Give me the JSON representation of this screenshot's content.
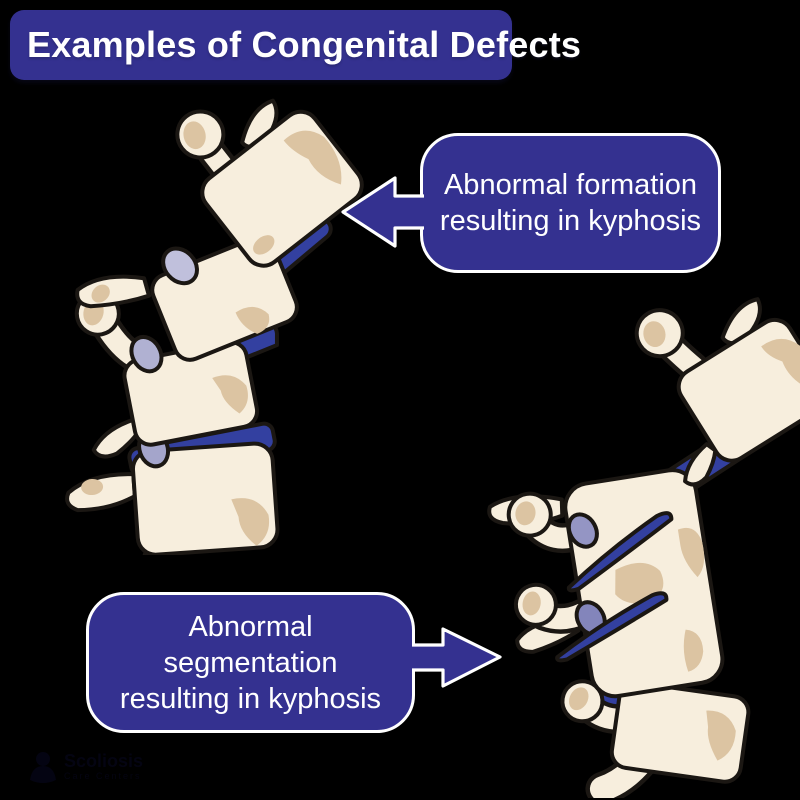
{
  "title": "Examples of Congenital Defects",
  "callouts": {
    "formation": {
      "line1": "Abnormal formation",
      "line2": "resulting in kyphosis"
    },
    "segmentation": {
      "line1": "Abnormal",
      "line2": "segmentation",
      "line3": "resulting in kyphosis"
    }
  },
  "watermark": {
    "name": "Scoliosis",
    "subtitle": "Care Centers"
  },
  "figures": {
    "left": "kyphotic-vertebrae-abnormal-formation-illustration",
    "right": "kyphotic-vertebrae-abnormal-segmentation-illustration"
  },
  "colors": {
    "background_top": "#fbfbfe",
    "background_bottom": "#3e3d98",
    "deep_blue": "#343190",
    "disc_blue": "#3340a0",
    "bone": "#f7eedd",
    "bone_shade": "#dcc4a2",
    "outline": "#1b1713",
    "text_white": "#ffffff"
  }
}
